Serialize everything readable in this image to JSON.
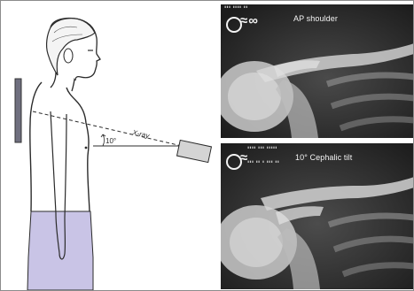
{
  "illustration": {
    "beam_label": "X-ray",
    "angle_label": "10°"
  },
  "radiographs": [
    {
      "title": "AP shoulder"
    },
    {
      "title": "10° Cephalic tilt"
    }
  ],
  "colors": {
    "background": "#ffffff",
    "skin_outline": "#2b2b2b",
    "shorts": "#c9c4e6",
    "detector_plate": "#6f6f7f",
    "film_background": "#2a2a2a",
    "bone": "#d9d9d9"
  }
}
